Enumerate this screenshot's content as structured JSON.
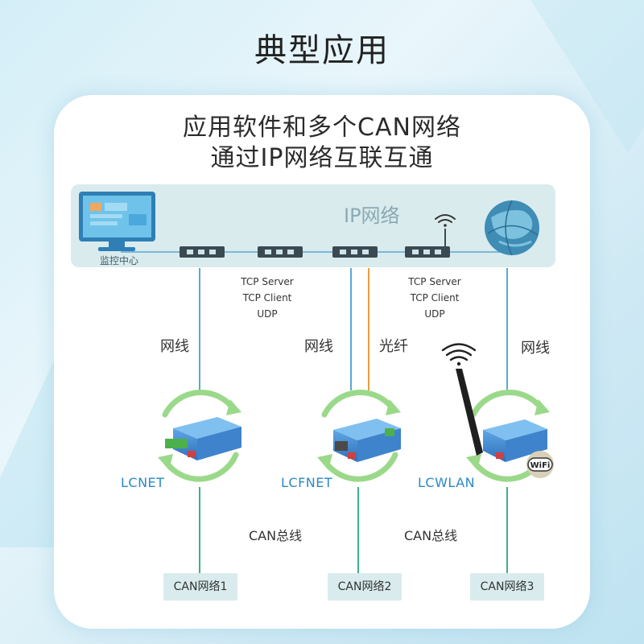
{
  "page": {
    "title": "典型应用"
  },
  "card": {
    "title_line1": "应用软件和多个CAN网络",
    "title_line2": "通过IP网络互联互通"
  },
  "ip_network": {
    "label": "IP网络",
    "monitor_caption": "监控中心"
  },
  "protocols": {
    "left": [
      "TCP Server",
      "TCP Client",
      "UDP"
    ],
    "right": [
      "TCP Server",
      "TCP Client",
      "UDP"
    ]
  },
  "links": {
    "lcnet": "网线",
    "lcfnet_cable": "网线",
    "lcfnet_fiber": "光纤",
    "lcwlan": "网线"
  },
  "devices": {
    "lcnet": "LCNET",
    "lcfnet": "LCFNET",
    "lcwlan": "LCWLAN"
  },
  "bus": {
    "left": "CAN总线",
    "right": "CAN总线"
  },
  "can_networks": [
    "CAN网络1",
    "CAN网络2",
    "CAN网络3"
  ],
  "wifi_badge": "WiFi",
  "icons": [
    "monitor-icon",
    "switch-icon",
    "globe-icon",
    "wifi-signal-icon",
    "refresh-arrows-icon",
    "can-gateway-device-icon",
    "antenna-icon",
    "wifi-badge-icon"
  ],
  "colors": {
    "network_band": "#d9ebed",
    "device_label": "#2a89c4",
    "fiber_line": "#e8a040",
    "cable_line": "#5aa8d8",
    "bus_line": "#3fb089",
    "arrow_ring": "#9bd98a"
  }
}
